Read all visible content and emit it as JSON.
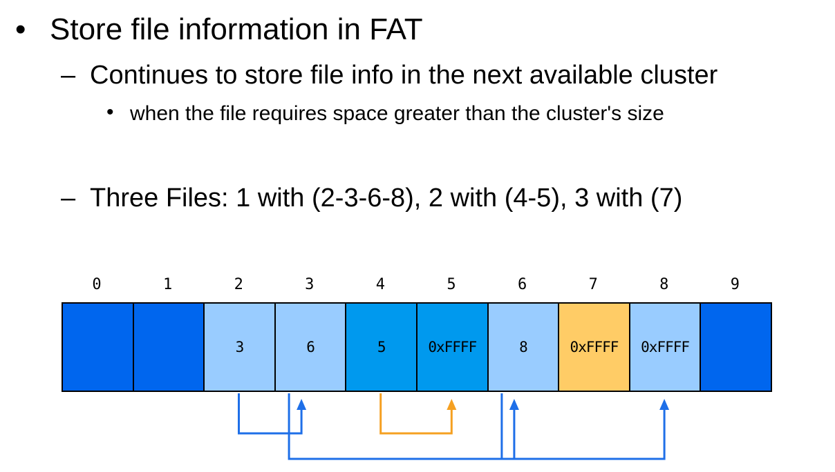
{
  "bullets": {
    "level1": {
      "marker": "•",
      "text": "Store file information in FAT"
    },
    "level2a": {
      "marker": "–",
      "text": "Continues to store file info in the next available cluster"
    },
    "level3": {
      "marker": "•",
      "text": "when the file requires space greater than the cluster's size"
    },
    "level2b": {
      "marker": "–",
      "text": "Three Files:  1 with (2-3-6-8), 2 with (4-5), 3 with (7)"
    }
  },
  "fat_table": {
    "indices": [
      "0",
      "1",
      "2",
      "3",
      "4",
      "5",
      "6",
      "7",
      "8",
      "9"
    ],
    "cells": [
      {
        "value": "",
        "color": "#0066EE"
      },
      {
        "value": "",
        "color": "#0066EE"
      },
      {
        "value": "3",
        "color": "#99CCFF"
      },
      {
        "value": "6",
        "color": "#99CCFF"
      },
      {
        "value": "5",
        "color": "#0099EE"
      },
      {
        "value": "0xFFFF",
        "color": "#0099EE"
      },
      {
        "value": "8",
        "color": "#99CCFF"
      },
      {
        "value": "0xFFFF",
        "color": "#FFCC66"
      },
      {
        "value": "0xFFFF",
        "color": "#99CCFF"
      },
      {
        "value": "",
        "color": "#0066EE"
      }
    ],
    "links": [
      {
        "from": 2,
        "to": 3,
        "color": "#1E6FE8"
      },
      {
        "from": 3,
        "to": 6,
        "color": "#1E6FE8"
      },
      {
        "from": 4,
        "to": 5,
        "color": "#F5A021"
      },
      {
        "from": 6,
        "to": 8,
        "color": "#1E6FE8"
      }
    ]
  }
}
